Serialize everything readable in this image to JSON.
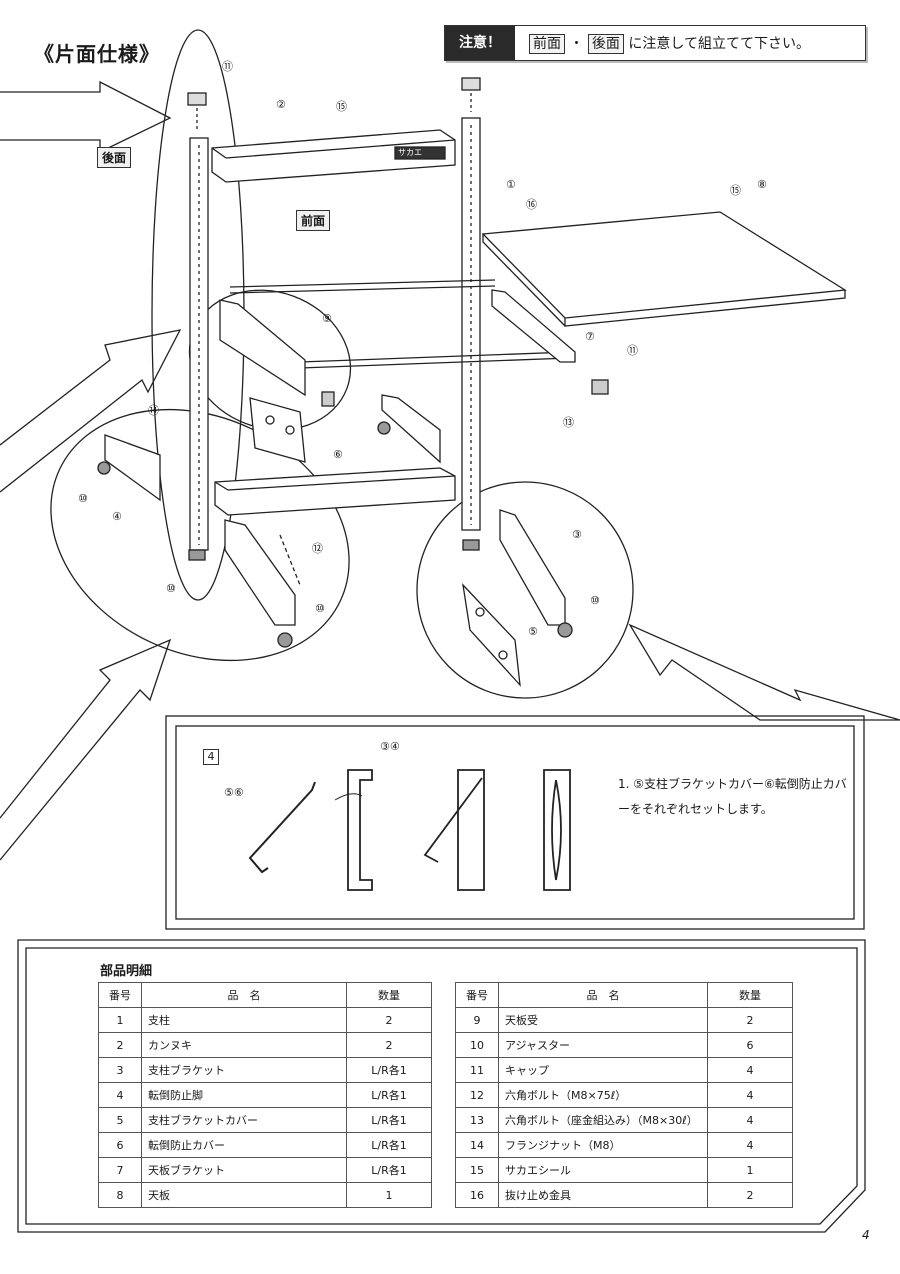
{
  "page_title": "《片面仕様》",
  "notice": {
    "label": "注意！",
    "front": "前面",
    "separator": "・",
    "back": "後面",
    "rest": "に注意して組立てて下さい。"
  },
  "diagram_labels": {
    "back": "後面",
    "front": "前面",
    "brand": "サカエ"
  },
  "callouts": [
    "⑪",
    "②",
    "⑮",
    "①",
    "⑯",
    "⑮",
    "⑧",
    "⑨",
    "⑦",
    "⑪",
    "⑬",
    "⑭",
    "⑩",
    "④",
    "⑥",
    "⑫",
    "⑩",
    "⑩",
    "③",
    "⑩",
    "⑤"
  ],
  "step": {
    "number": "4",
    "label_left": "⑤⑥",
    "label_right": "③④",
    "note": "1. ⑤支柱ブラケットカバー⑥転倒防止カバーをそれぞれセットします。"
  },
  "parts": {
    "title": "部品明細",
    "headers": [
      "番号",
      "品　名",
      "数量"
    ],
    "left": [
      {
        "no": "1",
        "name": "支柱",
        "qty": "2"
      },
      {
        "no": "2",
        "name": "カンヌキ",
        "qty": "2"
      },
      {
        "no": "3",
        "name": "支柱ブラケット",
        "qty": "L/R各1"
      },
      {
        "no": "4",
        "name": "転倒防止脚",
        "qty": "L/R各1"
      },
      {
        "no": "5",
        "name": "支柱ブラケットカバー",
        "qty": "L/R各1"
      },
      {
        "no": "6",
        "name": "転倒防止カバー",
        "qty": "L/R各1"
      },
      {
        "no": "7",
        "name": "天板ブラケット",
        "qty": "L/R各1"
      },
      {
        "no": "8",
        "name": "天板",
        "qty": "1"
      }
    ],
    "right": [
      {
        "no": "9",
        "name": "天板受",
        "qty": "2"
      },
      {
        "no": "10",
        "name": "アジャスター",
        "qty": "6"
      },
      {
        "no": "11",
        "name": "キャップ",
        "qty": "4"
      },
      {
        "no": "12",
        "name": "六角ボルト（M8×75ℓ）",
        "qty": "4"
      },
      {
        "no": "13",
        "name": "六角ボルト（座金組込み）（M8×30ℓ）",
        "qty": "4"
      },
      {
        "no": "14",
        "name": "フランジナット（M8）",
        "qty": "4"
      },
      {
        "no": "15",
        "name": "サカエシール",
        "qty": "1"
      },
      {
        "no": "16",
        "name": "抜け止め金具",
        "qty": "2"
      }
    ]
  },
  "page_number": "4"
}
